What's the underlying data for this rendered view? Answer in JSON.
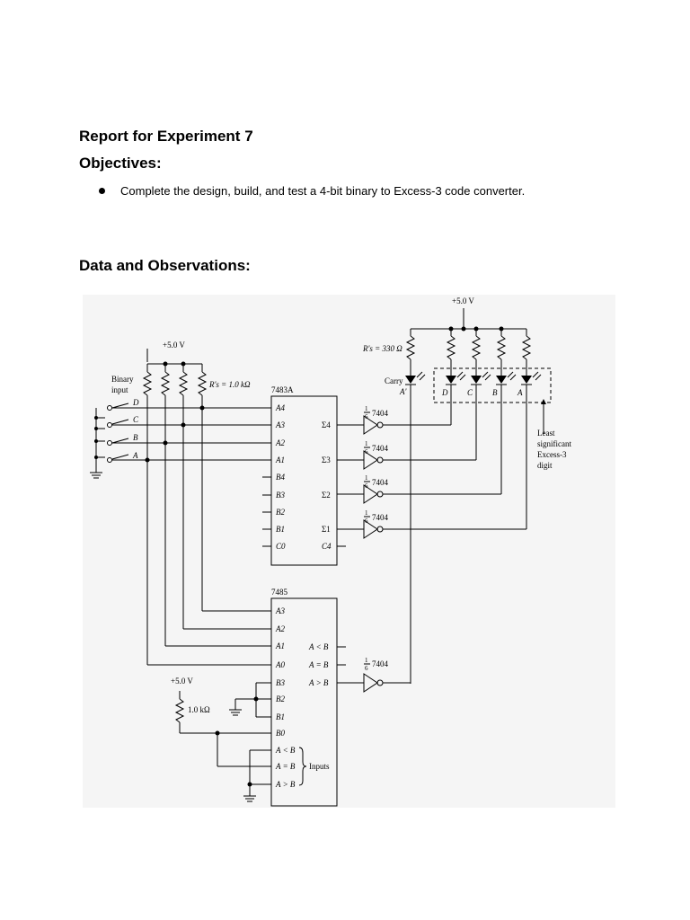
{
  "report": {
    "title": "Report for Experiment 7",
    "objectives_heading": "Objectives:",
    "objectives": [
      "Complete the design, build, and test a 4-bit binary to Excess-3 code converter."
    ],
    "data_heading": "Data and Observations:"
  },
  "schematic": {
    "supply_top": "+5.0 V",
    "led_resistors": "R's = 330 Ω",
    "carry_label": "Carry",
    "carry_led": "A'",
    "led_labels": [
      "D",
      "C",
      "B",
      "A"
    ],
    "note_lines": [
      "Least",
      "significant",
      "Excess-3",
      "digit"
    ],
    "supply_left": "+5.0 V",
    "binary_input_lines": [
      "Binary",
      "input"
    ],
    "switch_labels": [
      "D",
      "C",
      "B",
      "A"
    ],
    "input_resistors": "R's = 1.0 kΩ",
    "adder_name": "7483A",
    "adder_left_pins": [
      "A4",
      "A3",
      "A2",
      "A1",
      "B4",
      "B3",
      "B2",
      "B1",
      "C0"
    ],
    "adder_right_pins": [
      "Σ4",
      "Σ3",
      "Σ2",
      "Σ1",
      "C4"
    ],
    "inverter_part": "7404",
    "inverter_fraction_num": "1",
    "inverter_fraction_den": "6",
    "comparator_name": "7485",
    "comparator_left_pins": [
      "A3",
      "A2",
      "A1",
      "A0",
      "B3",
      "B2",
      "B1",
      "B0",
      "A < B",
      "A = B",
      "A > B"
    ],
    "comparator_right_pins": [
      "A < B",
      "A = B",
      "A > B"
    ],
    "supply_bottom": "+5.0 V",
    "pullup_resistor": "1.0 kΩ",
    "inputs_label": "Inputs"
  }
}
